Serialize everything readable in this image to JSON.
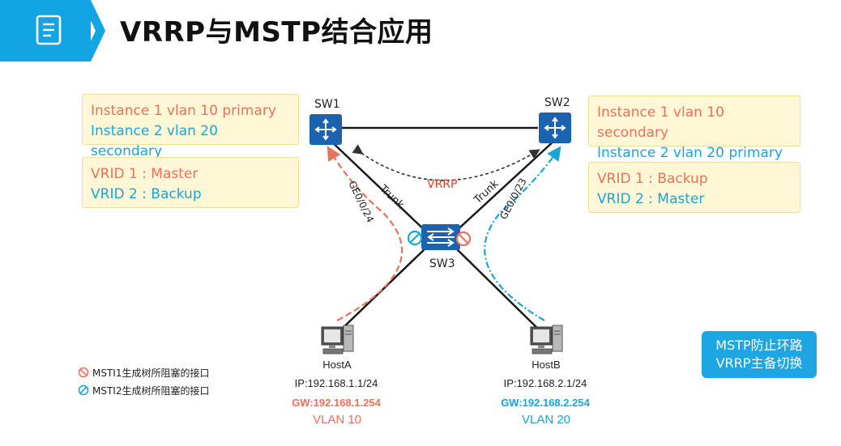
{
  "slide": {
    "title": "VRRP与MSTP结合应用",
    "title_icon": "document-list-icon"
  },
  "switches": {
    "sw1": "SW1",
    "sw2": "SW2",
    "sw3": "SW3"
  },
  "links": {
    "trunk_left": "Trunk",
    "trunk_right": "Trunk",
    "port_left": "GE0/0/24",
    "port_right": "GE0/0/23",
    "vrrp": "VRRP"
  },
  "sw1_info": {
    "instance1": "Instance 1 vlan 10 primary",
    "instance2": "Instance 2 vlan 20 secondary",
    "vrid1": "VRID 1 : Master",
    "vrid2": "VRID 2 : Backup"
  },
  "sw2_info": {
    "instance1": "Instance 1 vlan 10 secondary",
    "instance2": "Instance 2 vlan 20 primary",
    "vrid1": "VRID 1 : Backup",
    "vrid2": "VRID 2 : Master"
  },
  "hosts": {
    "a": {
      "name": "HostA",
      "ip": "IP:192.168.1.1/24",
      "gw": "GW:192.168.1.254",
      "vlan": "VLAN 10"
    },
    "b": {
      "name": "HostB",
      "ip": "IP:192.168.2.1/24",
      "gw": "GW:192.168.2.254",
      "vlan": "VLAN 20"
    }
  },
  "legend": {
    "msti1": "MSTI1生成树所阻塞的接口",
    "msti2": "MSTI2生成树所阻塞的接口"
  },
  "badge": {
    "line1": "MSTP防止环路",
    "line2": "VRRP主备切换"
  },
  "colors": {
    "accent": "#12a4e3",
    "instance1": "#e8725a",
    "instance2": "#1aa5d6",
    "switch": "#1b63b0",
    "note_bg": "#fff7d6"
  }
}
